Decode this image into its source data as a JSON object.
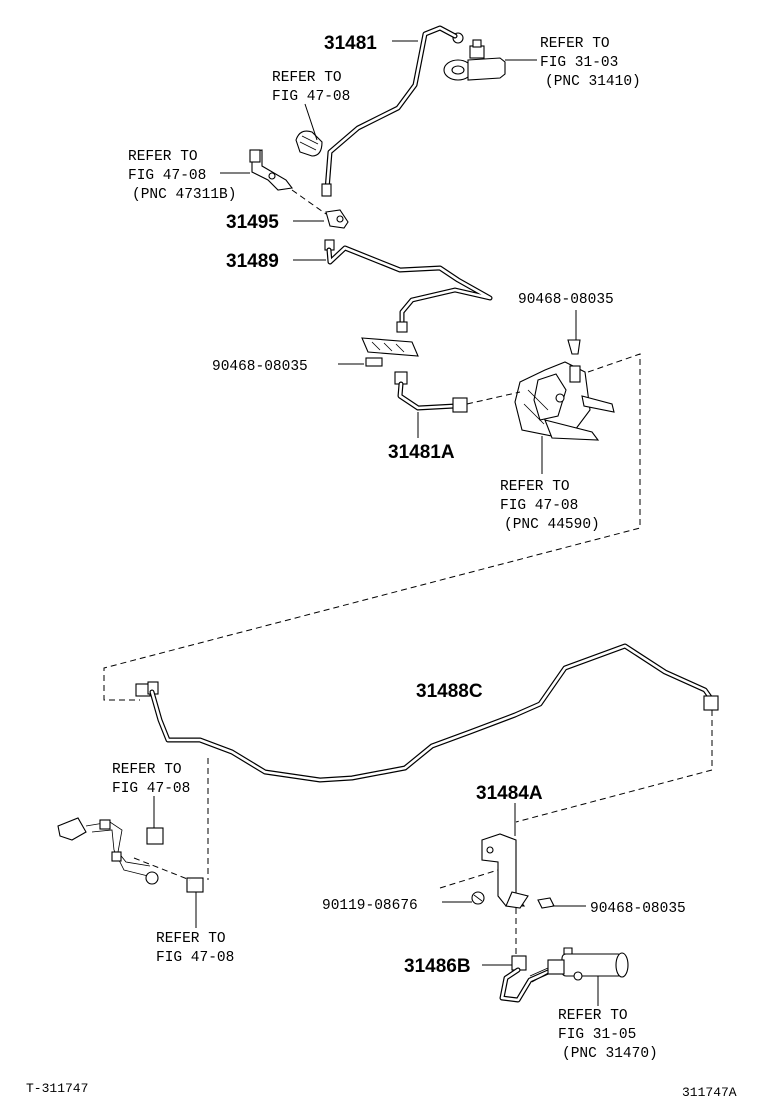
{
  "parts": {
    "p31481": "31481",
    "p31495": "31495",
    "p31489": "31489",
    "p31481A": "31481A",
    "p90468_a": "90468-08035",
    "p90468_b": "90468-08035",
    "p90468_c": "90468-08035",
    "p31488C": "31488C",
    "p31484A": "31484A",
    "p90119": "90119-08676",
    "p31486B": "31486B"
  },
  "refs": {
    "r1": [
      "REFER TO",
      "FIG 31-03",
      "(PNC 31410)"
    ],
    "r2": [
      "REFER TO",
      "FIG 47-08"
    ],
    "r3": [
      "REFER TO",
      "FIG 47-08",
      "(PNC 47311B)"
    ],
    "r4": [
      "REFER TO",
      "FIG 47-08",
      "(PNC 44590)"
    ],
    "r5": [
      "REFER TO",
      "FIG 47-08"
    ],
    "r6": [
      "REFER TO",
      "FIG 47-08"
    ],
    "r7": [
      "REFER TO",
      "FIG 31-05",
      "(PNC 31470)"
    ]
  },
  "footer": {
    "left_code": "T-311747",
    "right_code": "311747A"
  }
}
